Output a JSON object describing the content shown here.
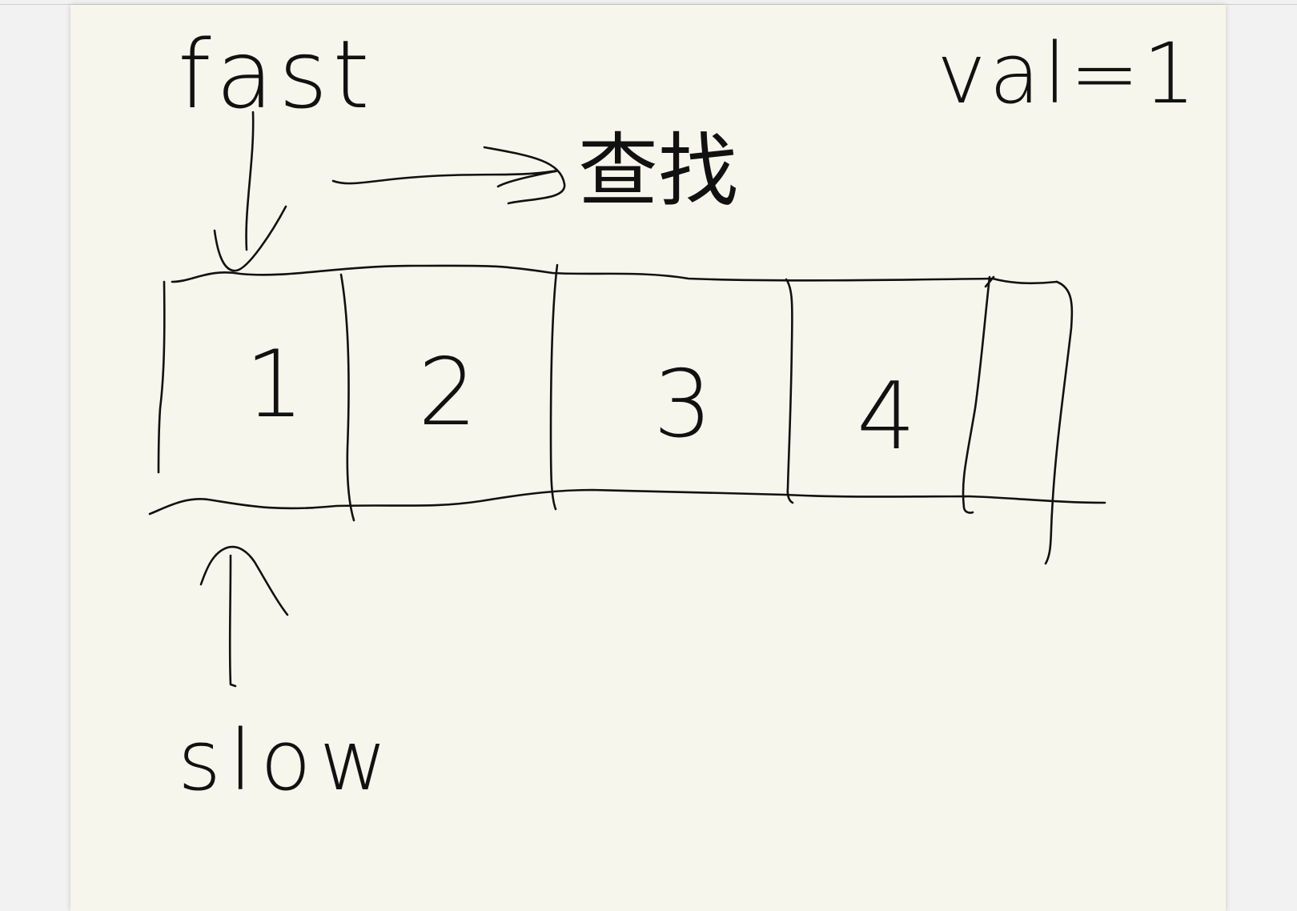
{
  "diagram": {
    "pointer_top": "fast",
    "pointer_bottom": "slow",
    "annotation": "查找",
    "condition": "val=1",
    "cells": [
      "1",
      "2",
      "3",
      "4",
      ""
    ]
  }
}
